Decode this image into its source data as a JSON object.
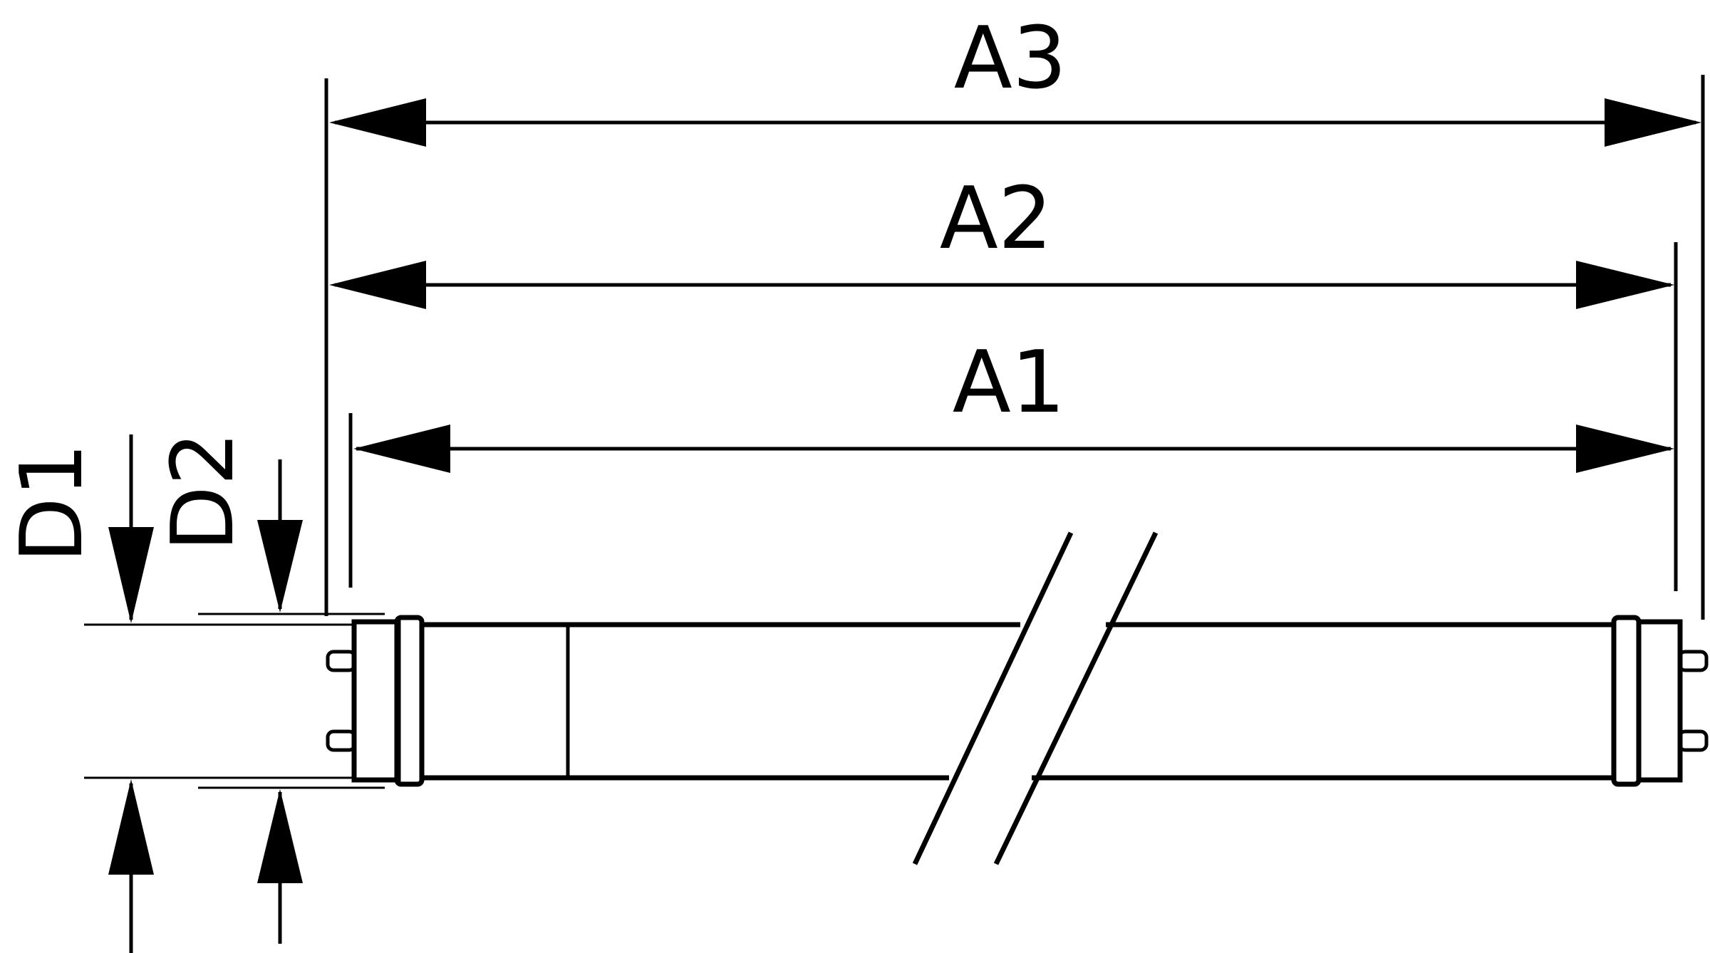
{
  "diagram": {
    "labels": {
      "a3": "A3",
      "a2": "A2",
      "a1": "A1",
      "d1": "D1",
      "d2": "D2"
    },
    "colors": {
      "line": "#000000",
      "background": "#ffffff"
    }
  }
}
